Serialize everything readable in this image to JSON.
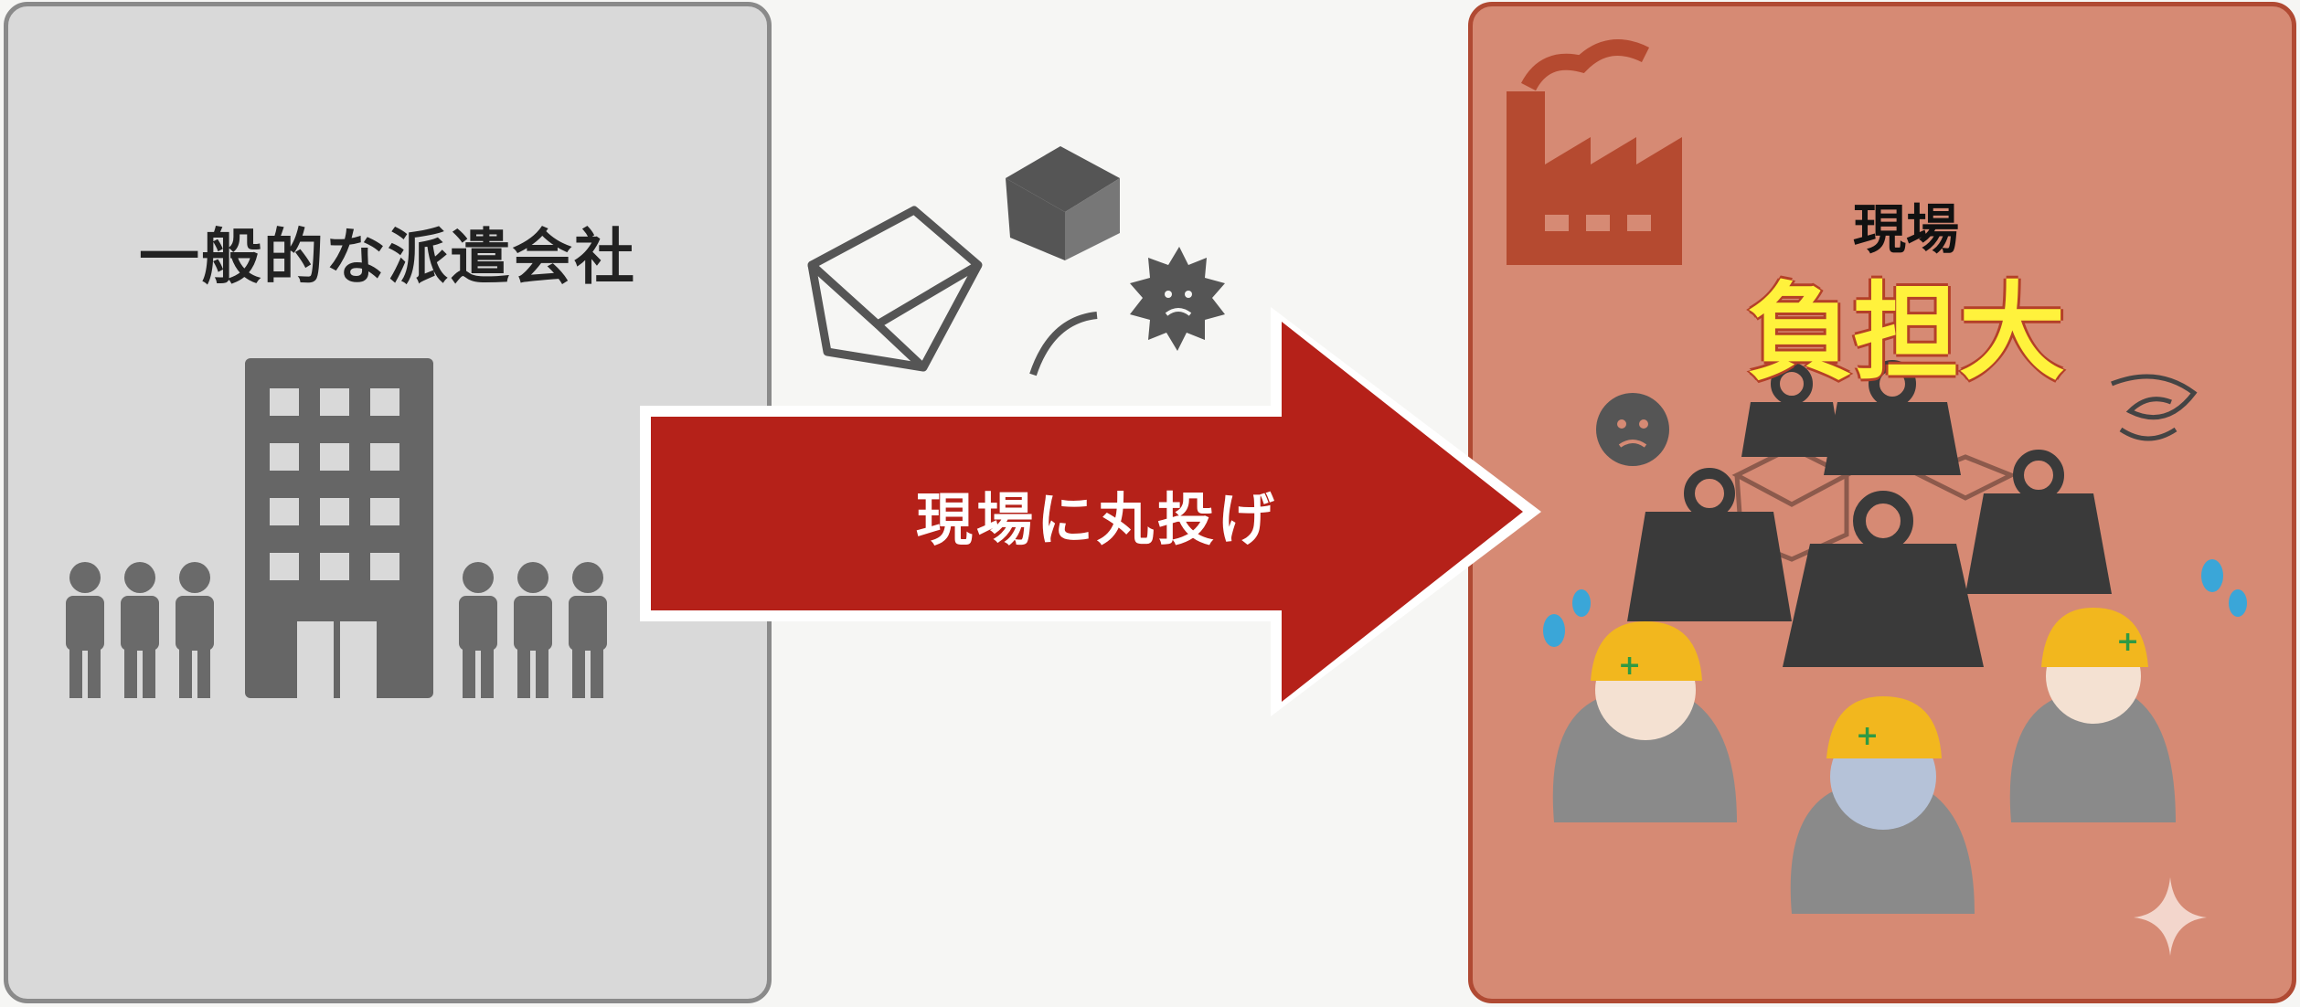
{
  "left_panel": {
    "title": "一般的な派遣会社"
  },
  "arrow": {
    "label": "現場に丸投げ"
  },
  "right_panel": {
    "title": "現場",
    "burden": "負担大"
  },
  "colors": {
    "left_bg": "#d9d9d9",
    "right_bg": "#d68a74",
    "arrow": "#b52119",
    "burden_text": "#fff23c",
    "icon_gray": "#666666",
    "weight": "#3a3a3a",
    "helmet": "#f2b71e"
  },
  "icons": [
    "building-icon",
    "person-icon",
    "box-icon",
    "angry-face-icon",
    "factory-icon",
    "weight-icon",
    "worker-icon",
    "stress-swirl-icon",
    "sweat-drop-icon",
    "sparkle-icon"
  ]
}
